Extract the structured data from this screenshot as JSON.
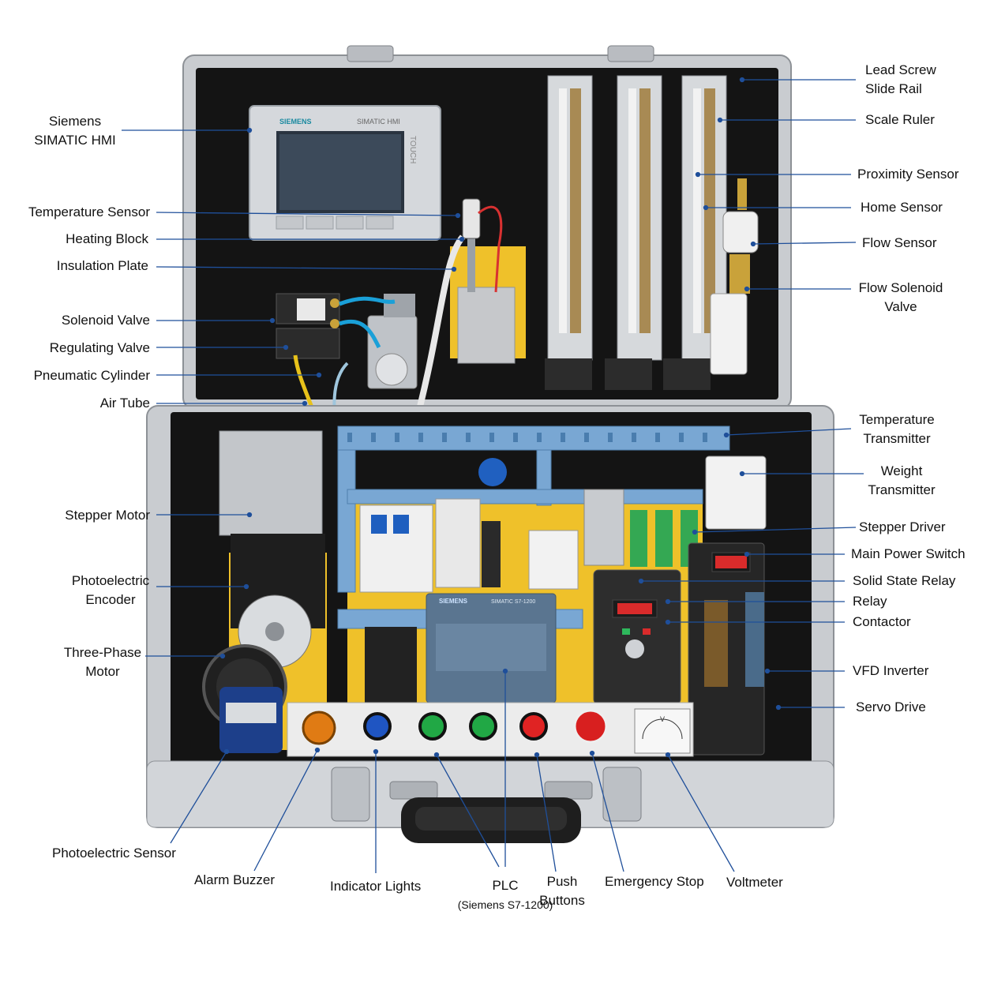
{
  "labels": {
    "hmi_1": "Siemens",
    "hmi_2": "SIMATIC HMI",
    "temp_sensor": "Temperature Sensor",
    "heating_block": "Heating Block",
    "insulation_plate": "Insulation Plate",
    "solenoid_valve": "Solenoid Valve",
    "regulating_valve": "Regulating Valve",
    "pneumatic_cylinder": "Pneumatic Cylinder",
    "air_tube": "Air Tube",
    "stepper_motor": "Stepper Motor",
    "encoder_1": "Photoelectric",
    "encoder_2": "Encoder",
    "three_phase_1": "Three-Phase",
    "three_phase_2": "Motor",
    "photo_sensor": "Photoelectric Sensor",
    "alarm_buzzer": "Alarm Buzzer",
    "indicator_lights": "Indicator  Lights",
    "plc_1": "PLC",
    "plc_2": "(Siemens S7-1200)",
    "push_1": "Push",
    "push_2": "Buttons",
    "estop": "Emergency Stop",
    "voltmeter": "Voltmeter",
    "lead_1": "Lead Screw",
    "lead_2": "Slide Rail",
    "scale_ruler": "Scale Ruler",
    "proximity": "Proximity Sensor",
    "home_sensor": "Home Sensor",
    "flow_sensor": "Flow Sensor",
    "flow_valve_1": "Flow Solenoid",
    "flow_valve_2": "Valve",
    "temp_tx_1": "Temperature",
    "temp_tx_2": "Transmitter",
    "weight_tx_1": "Weight",
    "weight_tx_2": "Transmitter",
    "stepper_driver": "Stepper Driver",
    "main_power": "Main Power Switch",
    "ssr": "Solid State Relay",
    "relay": "Relay",
    "contactor": "Contactor",
    "vfd": "VFD Inverter",
    "servo": "Servo Drive"
  },
  "device_text": {
    "hmi_brand": "SIEMENS",
    "hmi_model": "SIMATIC HMI",
    "hmi_touch": "TOUCH",
    "plc_brand": "SIEMENS",
    "plc_model": "SIMATIC S7-1200",
    "voltmeter_unit": "V"
  },
  "colors": {
    "leader": "#1f4f9a",
    "case_frame": "#c9ccd0",
    "case_interior": "#141414",
    "mount_plate": "#efc12a",
    "rail_blue": "#79a7d3",
    "panel_white": "#ececec"
  }
}
